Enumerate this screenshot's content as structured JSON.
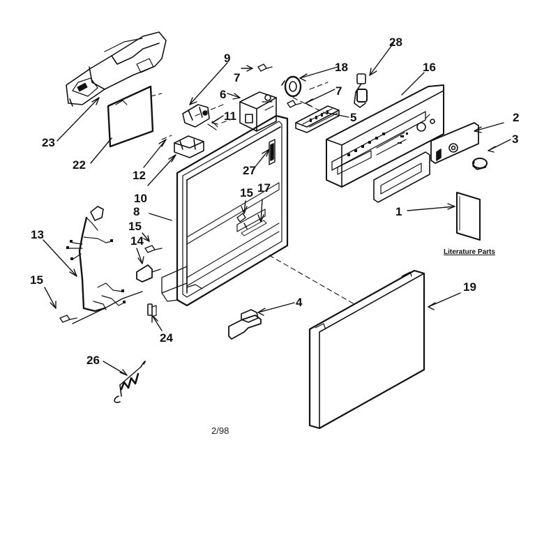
{
  "callouts": {
    "c28": "28",
    "c9": "9",
    "c18": "18",
    "c16": "16",
    "c7a": "7",
    "c6": "6",
    "c7b": "7",
    "c11": "11",
    "c5": "5",
    "c2": "2",
    "c23": "23",
    "c3": "3",
    "c22": "22",
    "c12": "12",
    "c27": "27",
    "c10": "10",
    "c15a": "15",
    "c17": "17",
    "c8": "8",
    "c1": "1",
    "c13": "13",
    "c15b": "15",
    "c14": "14",
    "c15c": "15",
    "c19": "19",
    "c4": "4",
    "c24": "24",
    "c26": "26"
  },
  "literature_label": "Literature Parts",
  "date_code": "2/98",
  "colors": {
    "ink": "#111111",
    "paper": "#ffffff"
  }
}
